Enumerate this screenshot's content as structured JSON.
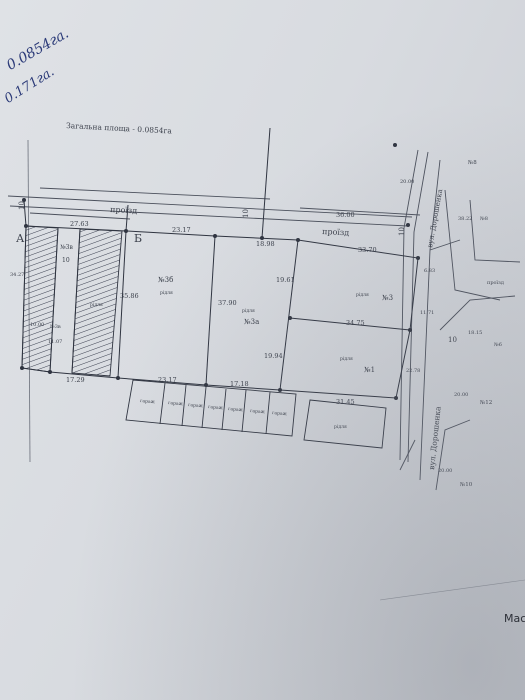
{
  "handwritten": {
    "area1": "0.0854га.",
    "area2": "0.171га."
  },
  "plan": {
    "total_area": "Загальна площа - 0.0854га",
    "road_labels": {
      "north": "проїзд",
      "east": "проїзд",
      "east_small": "проїзд"
    },
    "street_label": "вул. Дорошенка",
    "points": {
      "a": "А",
      "b": "Б"
    },
    "lots": {
      "n3v": "№3в",
      "n3b": "№3б",
      "n3a": "№3а",
      "n3": "№3",
      "n1": "№1",
      "n8": "№8",
      "n6": "№6",
      "n12": "№12",
      "n10": "№10"
    },
    "small_labels": {
      "building": "рідля",
      "garage": "гараж"
    },
    "dims": {
      "d1": "27.63",
      "d2": "23.17",
      "d3": "36.00",
      "d4": "18.98",
      "d5": "33.70",
      "d6": "19.61",
      "d7": "35.86",
      "d8": "37.90",
      "d9": "34.75",
      "d10": "19.94",
      "d11": "17.29",
      "d12": "23.17",
      "d13": "17.18",
      "d14": "31.45",
      "d15": "6.83",
      "d16": "11.71",
      "d17": "22.78",
      "d18": "20.00",
      "d19": "20.00",
      "d20": "20.00",
      "d21": "38.22",
      "d22": "18.15",
      "d23": "34.27",
      "d24": "11.07",
      "d25": "10.00",
      "d26": "10",
      "d27": "10",
      "d28": "10",
      "d29": "10",
      "d30": "10"
    }
  },
  "corner_text": "Мас"
}
